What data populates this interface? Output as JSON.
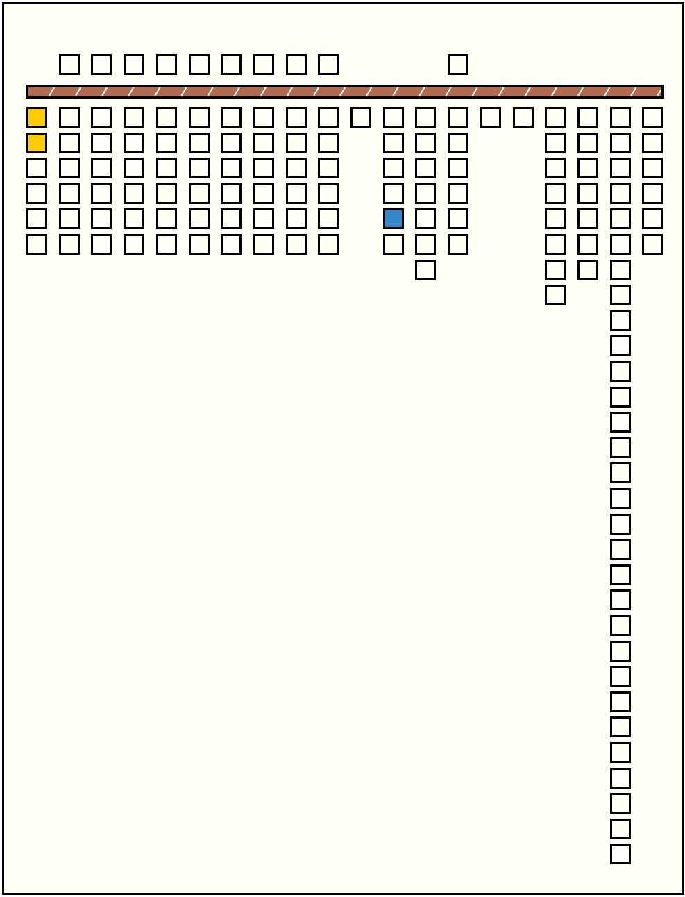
{
  "colors": {
    "background": "#fffff5",
    "border": "#000000",
    "divider": "#b46b4b",
    "gold_marker": "#ffcc00",
    "blue_marker": "#3388cc"
  },
  "board": {
    "columns": 20,
    "top_row": {
      "occupied_columns": [
        1,
        2,
        3,
        4,
        5,
        6,
        7,
        8,
        9,
        13
      ]
    },
    "stacks": [
      {
        "column": 0,
        "count": 6,
        "highlights": [
          {
            "index": 0,
            "color": "gold"
          },
          {
            "index": 1,
            "color": "gold"
          }
        ]
      },
      {
        "column": 1,
        "count": 6,
        "highlights": []
      },
      {
        "column": 2,
        "count": 6,
        "highlights": []
      },
      {
        "column": 3,
        "count": 6,
        "highlights": []
      },
      {
        "column": 4,
        "count": 6,
        "highlights": []
      },
      {
        "column": 5,
        "count": 6,
        "highlights": []
      },
      {
        "column": 6,
        "count": 6,
        "highlights": []
      },
      {
        "column": 7,
        "count": 6,
        "highlights": []
      },
      {
        "column": 8,
        "count": 6,
        "highlights": []
      },
      {
        "column": 9,
        "count": 6,
        "highlights": []
      },
      {
        "column": 10,
        "count": 1,
        "highlights": []
      },
      {
        "column": 11,
        "count": 6,
        "highlights": [
          {
            "index": 4,
            "color": "blue"
          }
        ]
      },
      {
        "column": 12,
        "count": 7,
        "highlights": []
      },
      {
        "column": 13,
        "count": 6,
        "highlights": []
      },
      {
        "column": 14,
        "count": 1,
        "highlights": []
      },
      {
        "column": 15,
        "count": 1,
        "highlights": []
      },
      {
        "column": 16,
        "count": 8,
        "highlights": []
      },
      {
        "column": 17,
        "count": 7,
        "highlights": []
      },
      {
        "column": 18,
        "count": 30,
        "highlights": []
      },
      {
        "column": 19,
        "count": 6,
        "highlights": []
      }
    ]
  }
}
